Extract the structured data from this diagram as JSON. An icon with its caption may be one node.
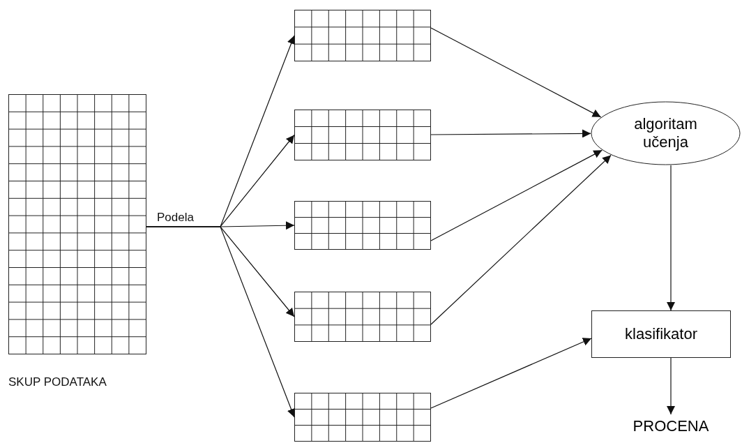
{
  "diagram": {
    "nodes": [
      {
        "text": [],
        "shape": "grid",
        "beside": [
          "SKUP PODATAKA"
        ]
      },
      {
        "text": [],
        "shape": "grid"
      },
      {
        "text": [],
        "shape": "grid"
      },
      {
        "text": [],
        "shape": "grid"
      },
      {
        "text": [],
        "shape": "grid"
      },
      {
        "text": [],
        "shape": "grid"
      },
      {
        "text": [
          "algoritam učenja"
        ]
      },
      {
        "text": [
          "klasifikator"
        ]
      },
      {
        "text": [
          "PROCENA"
        ]
      }
    ],
    "edges": [
      {
        "from": 0,
        "to": 1,
        "arrow": "to"
      },
      {
        "from": 0,
        "to": 2,
        "arrow": "to"
      },
      {
        "from": 0,
        "to": 3,
        "arrow": "to",
        "label": "Podela"
      },
      {
        "from": 0,
        "to": 4,
        "arrow": "to"
      },
      {
        "from": 0,
        "to": 5,
        "arrow": "to"
      },
      {
        "from": 1,
        "to": 6,
        "arrow": "to"
      },
      {
        "from": 2,
        "to": 6,
        "arrow": "to"
      },
      {
        "from": 3,
        "to": 6,
        "arrow": "to"
      },
      {
        "from": 4,
        "to": 6,
        "arrow": "to"
      },
      {
        "from": 5,
        "to": 7,
        "arrow": "to"
      },
      {
        "from": 6,
        "to": 7,
        "arrow": "to"
      },
      {
        "from": 7,
        "to": 8,
        "arrow": "to"
      }
    ]
  }
}
